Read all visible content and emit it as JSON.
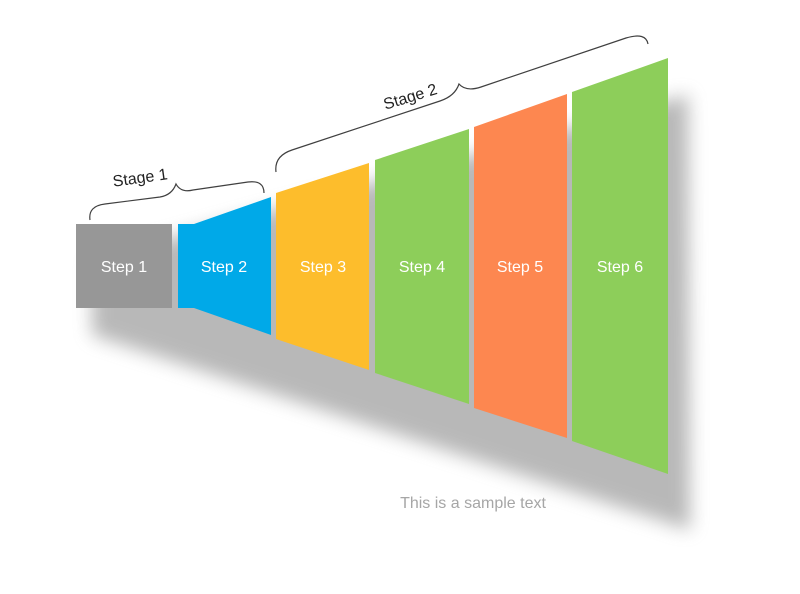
{
  "steps": [
    {
      "label": "Step 1",
      "color": "#979797"
    },
    {
      "label": "Step 2",
      "color": "#00a9e8"
    },
    {
      "label": "Step 3",
      "color": "#fdbd2c"
    },
    {
      "label": "Step 4",
      "color": "#8dce5a"
    },
    {
      "label": "Step 5",
      "color": "#fd8750"
    },
    {
      "label": "Step 6",
      "color": "#8dce5a"
    }
  ],
  "stages": [
    {
      "label": "Stage 1"
    },
    {
      "label": "Stage 2"
    }
  ],
  "caption": "This is a sample text"
}
